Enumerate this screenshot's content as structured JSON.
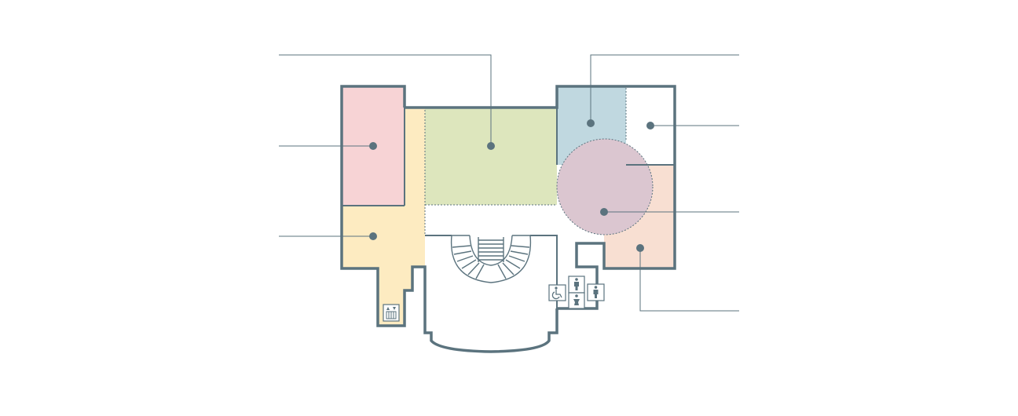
{
  "floor_plan": {
    "rooms": [
      {
        "id": "room-west-upper",
        "color": "#f7d3d5"
      },
      {
        "id": "room-west-lower",
        "color": "#fdebc1"
      },
      {
        "id": "room-central",
        "color": "#dde6bd"
      },
      {
        "id": "room-east-upper",
        "color": "#c0d8e0"
      },
      {
        "id": "room-east-corner",
        "color": "#ffffff"
      },
      {
        "id": "room-east-circle",
        "color": "#dbc6d0"
      },
      {
        "id": "room-east-lower",
        "color": "#f8dfd2"
      }
    ],
    "wall_color": "#5b737e",
    "callout_count": 7,
    "facility_icons": [
      "elevator-icon",
      "wheelchair-accessible-icon",
      "mens-restroom-icon",
      "baby-changing-icon",
      "womens-restroom-icon"
    ]
  }
}
